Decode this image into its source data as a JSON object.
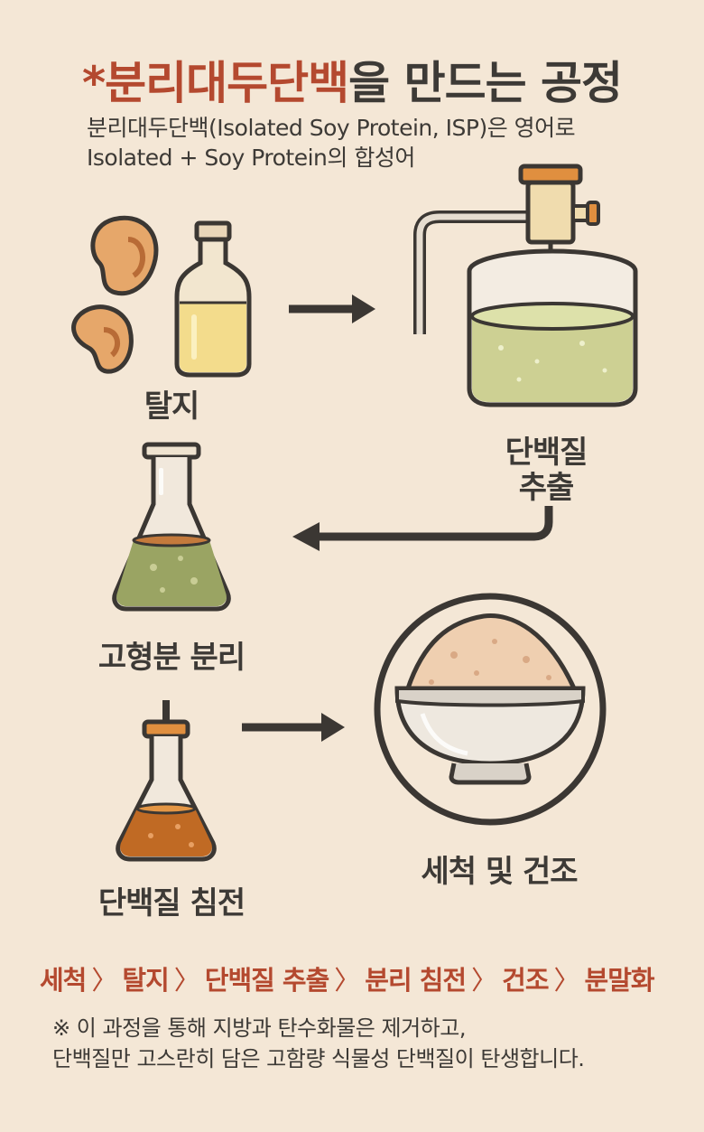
{
  "title": {
    "accent": "*분리대두단백",
    "rest": "을 만드는 공정"
  },
  "subtitle": {
    "line1": "분리대두단백(Isolated Soy Protein, ISP)은 영어로",
    "line2": "Isolated + Soy Protein의 합성어"
  },
  "steps": {
    "defat": "탈지",
    "extract_line1": "단백질",
    "extract_line2": "추출",
    "separate": "고형분 분리",
    "precipitate": "단백질 침전",
    "wash_dry": "세척 및 건조"
  },
  "flow": {
    "items": [
      "세척",
      "탈지",
      "단백질 추출",
      "분리 침전",
      "건조",
      "분말화"
    ],
    "separator": "〉"
  },
  "note": {
    "line1": "※ 이 과정을 통해 지방과 탄수화물은 제거하고,",
    "line2": "단백질만 고스란히 담은 고함량 식물성 단백질이 탄생합니다."
  },
  "colors": {
    "background": "#f4e7d6",
    "accent": "#b4492f",
    "text": "#3d3a36",
    "outline": "#3b3733"
  },
  "icons": [
    "soybean-icon",
    "oil-bottle-icon",
    "extraction-tank-icon",
    "erlenmeyer-flask-icon",
    "dropper-flask-icon",
    "powder-bowl-icon",
    "arrow-right-icon",
    "arrow-left-icon"
  ]
}
